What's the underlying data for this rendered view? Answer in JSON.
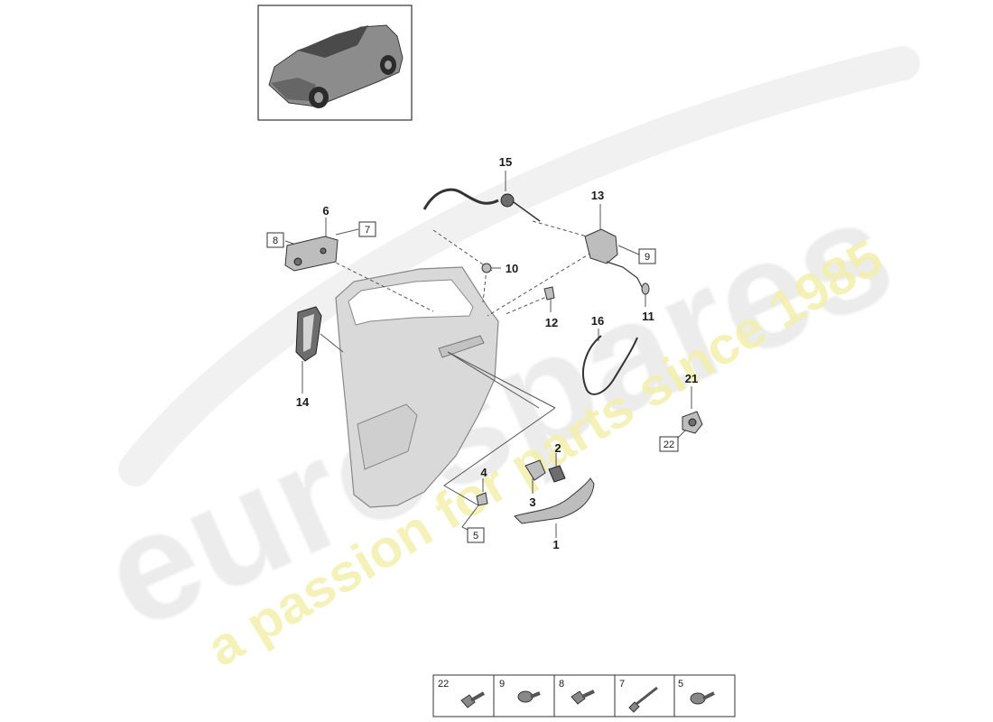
{
  "watermark": {
    "brand": "eurospares",
    "tagline": "a passion for parts since 1985"
  },
  "callouts": {
    "c1": "1",
    "c2": "2",
    "c3": "3",
    "c4": "4",
    "c5": "5",
    "c6": "6",
    "c7": "7",
    "c8": "8",
    "c9": "9",
    "c10": "10",
    "c11": "11",
    "c12": "12",
    "c13": "13",
    "c14": "14",
    "c15": "15",
    "c16": "16",
    "c21": "21",
    "c22": "22"
  },
  "fastener_table": [
    {
      "label": "22",
      "icon": "bolt-icon"
    },
    {
      "label": "9",
      "icon": "screw-icon"
    },
    {
      "label": "8",
      "icon": "bolt-icon"
    },
    {
      "label": "7",
      "icon": "long-bolt-icon"
    },
    {
      "label": "5",
      "icon": "screw-icon"
    }
  ],
  "colors": {
    "watermark_grey": "#e6e6e6",
    "watermark_yellow": "#f4f0a8",
    "line": "#555555"
  }
}
